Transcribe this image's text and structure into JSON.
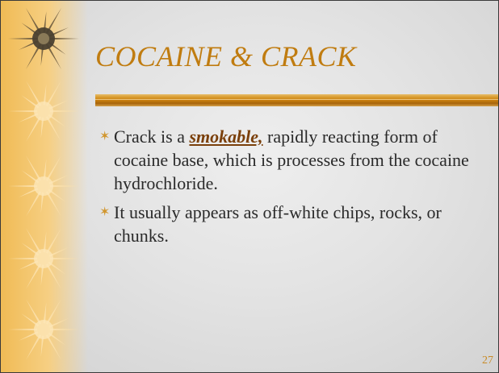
{
  "slide": {
    "title": "COCAINE & CRACK",
    "bullets": [
      {
        "pre": "Crack is a ",
        "emphasis": "smokable,",
        "post": " rapidly reacting form of cocaine base, which is processes from the cocaine hydrochloride."
      },
      {
        "pre": "It usually appears as off-white chips, rocks, or chunks.",
        "emphasis": "",
        "post": ""
      }
    ],
    "bullet_icon": "star-bullet-icon",
    "page_number": "27"
  },
  "decoration": {
    "star_icons": [
      "dark-starburst-icon",
      "starburst-icon",
      "starburst-icon",
      "starburst-icon",
      "starburst-icon"
    ]
  },
  "colors": {
    "title": "#c07c10",
    "band": "#f0bb55",
    "rule": "#c97f0f",
    "emphasis": "#7a3f0a"
  }
}
